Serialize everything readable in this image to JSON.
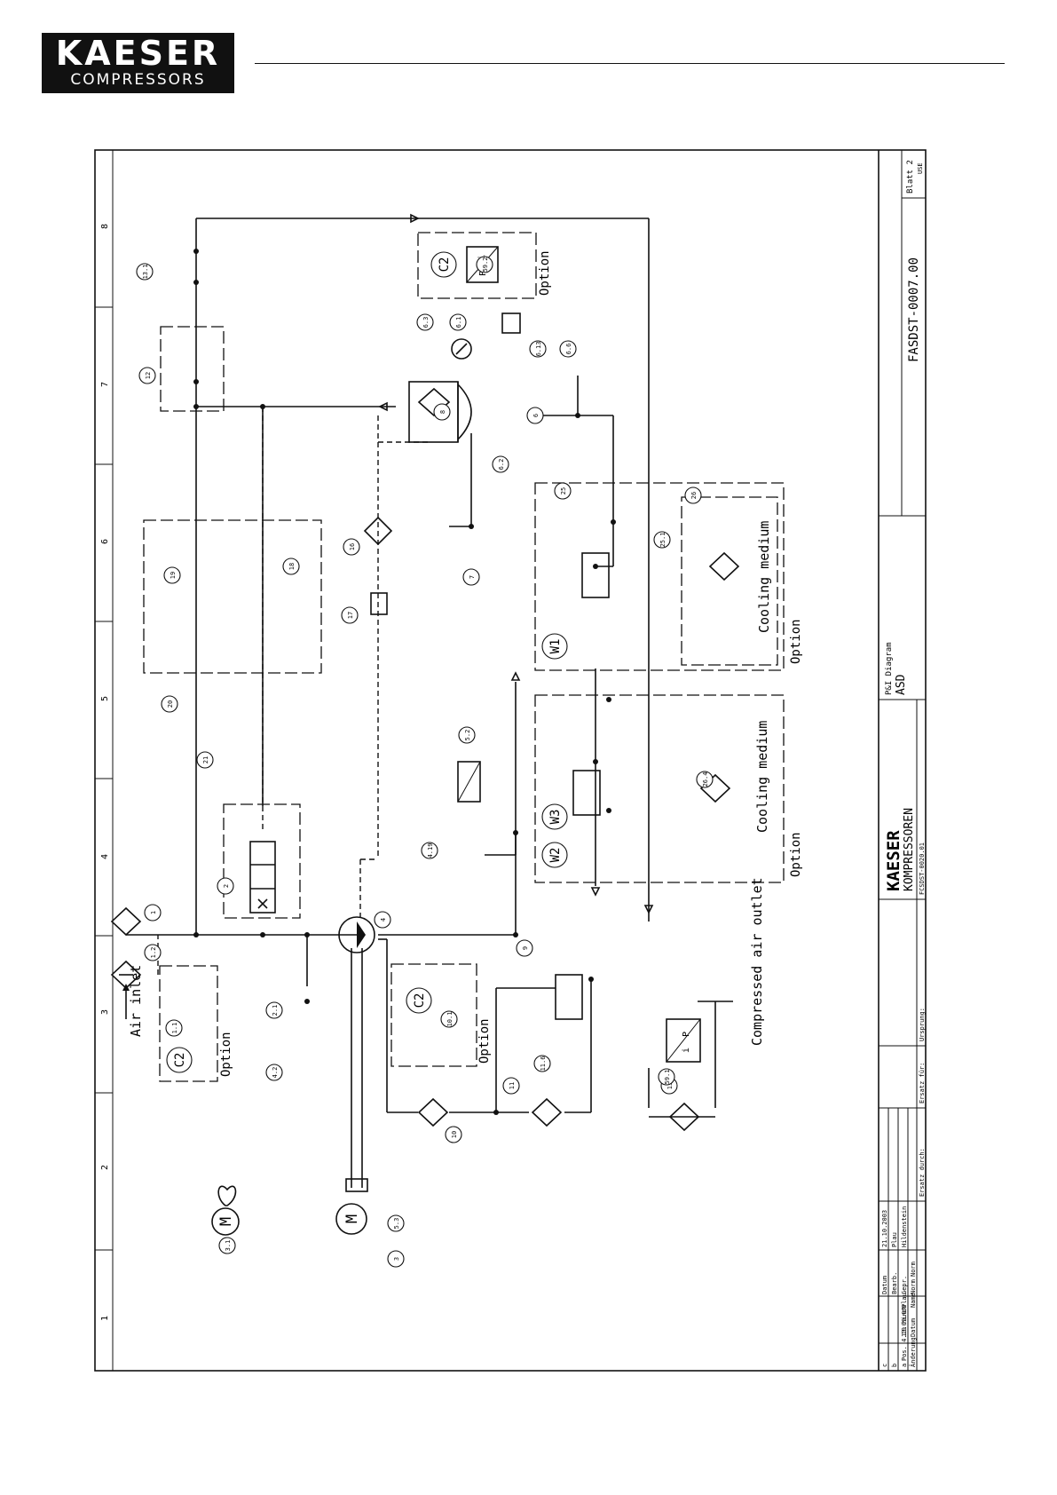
{
  "logo": {
    "line1": "KAESER",
    "line2": "COMPRESSORS"
  },
  "drawing": {
    "number": "FASDST-0007.00",
    "sheet": "Blatt 2",
    "sheet_sub": "USE",
    "type": "P&I Diagram",
    "model": "ASD",
    "company_line1": "KAESER",
    "company_line2": "KOMPRESSOREN",
    "origin_label": "Ursprung:",
    "origin_value": "FCSDST-0020.01",
    "replacement_for": "Ersatz für:",
    "replaced_by": "Ersatz durch:"
  },
  "grid_numbers": [
    "1",
    "2",
    "3",
    "4",
    "5",
    "6",
    "7",
    "8"
  ],
  "revisions": {
    "rows": [
      "c",
      "b",
      "a"
    ],
    "a_text": "Pos. 4.19 hinzu",
    "a_date": "13.09.07",
    "a_name": "Plau",
    "footer": [
      "Änderung",
      "Datum",
      "Name",
      "Norm"
    ]
  },
  "approval": {
    "datum_label": "Datum",
    "datum_value": "21.10.2003",
    "bearb_label": "Bearb.",
    "bearb_value": "Plau",
    "gepr_label": "Gepr.",
    "gepr_value": "Hildenstein",
    "norm_label": "Norm"
  },
  "labels": {
    "air_inlet": "Air inlet",
    "compressed_air_outlet": "Compressed air outlet",
    "option": "Option",
    "cooling_medium": "Cooling medium",
    "c2": "C2",
    "w1": "W1",
    "w2": "W2",
    "w3": "W3",
    "motor": "M",
    "p": "P",
    "i": "i"
  },
  "components": [
    "1",
    "1.2",
    "1.1",
    "2",
    "2.1",
    "3",
    "3.1",
    "4",
    "4.2",
    "4.19",
    "5.2",
    "5.3",
    "6",
    "6.1",
    "6.2",
    "6.3",
    "6.6",
    "6.13",
    "7",
    "8",
    "9",
    "10",
    "10.1",
    "11",
    "11.6",
    "12",
    "13",
    "13.1",
    "16",
    "17",
    "18",
    "19",
    "20",
    "21",
    "25",
    "25.1",
    "26",
    "26.4",
    "59.1",
    "59.2"
  ]
}
